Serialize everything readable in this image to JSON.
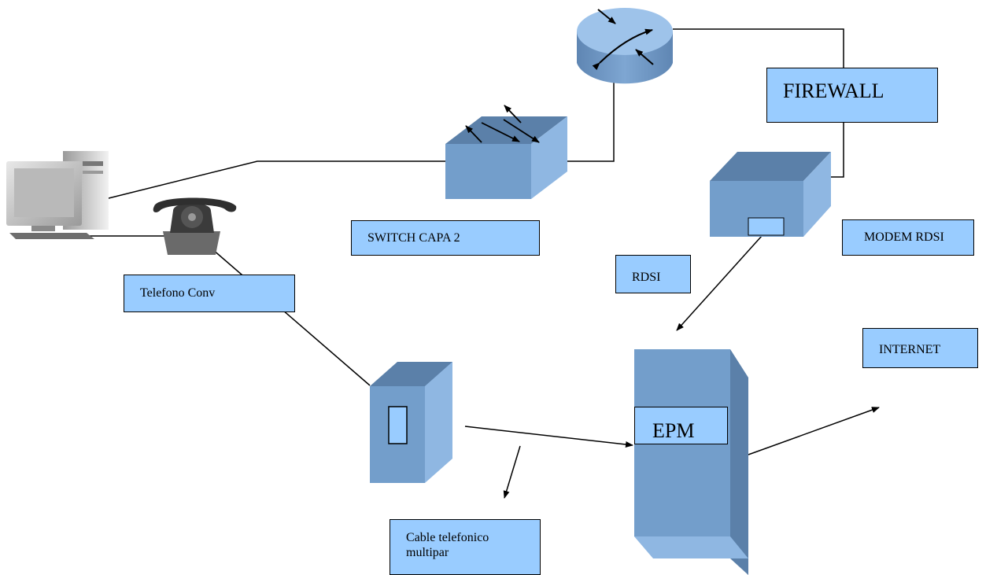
{
  "colors": {
    "label_fill": "#99ccff",
    "device_front": "#739ecb",
    "device_top": "#5b80a9",
    "device_side": "#8fb7e2",
    "line": "#000000"
  },
  "icons": [
    "computer-icon",
    "telephone-icon",
    "router-icon"
  ],
  "labels": {
    "firewall": "FIREWALL",
    "switch": "SWITCH CAPA 2",
    "modem": "MODEM  RDSI",
    "rdsi": "RDSI",
    "telefono": "Telefono Conv",
    "internet": "INTERNET",
    "epm": "EPM",
    "cable_line1": "Cable telefonico",
    "cable_line2": "multipar"
  }
}
